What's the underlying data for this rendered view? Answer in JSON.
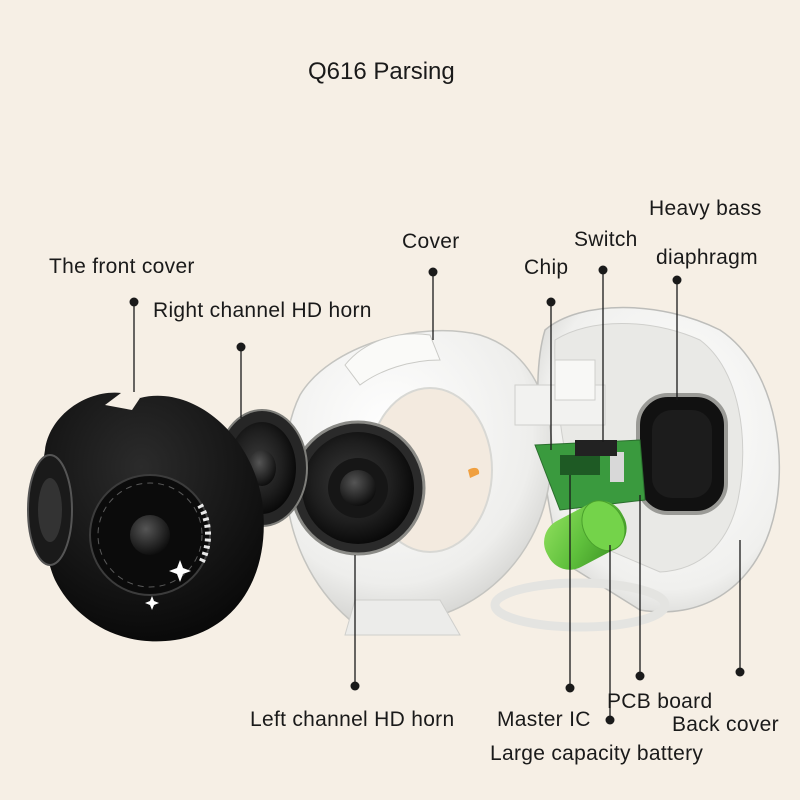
{
  "title": "Q616 Parsing",
  "labels": {
    "front_cover": "The front cover",
    "right_horn": "Right channel HD horn",
    "cover": "Cover",
    "chip": "Chip",
    "switch": "Switch",
    "heavy_bass_1": "Heavy bass",
    "heavy_bass_2": "diaphragm",
    "left_horn": "Left channel HD horn",
    "master_ic": "Master IC",
    "pcb_board": "PCB board",
    "back_cover": "Back cover",
    "battery": "Large capacity battery"
  },
  "colors": {
    "background": "#f6efe5",
    "front_cover": "#0e0e0e",
    "shell": "#f4f4f2",
    "pcb": "#3a9a3e",
    "battery": "#5fc03c"
  }
}
